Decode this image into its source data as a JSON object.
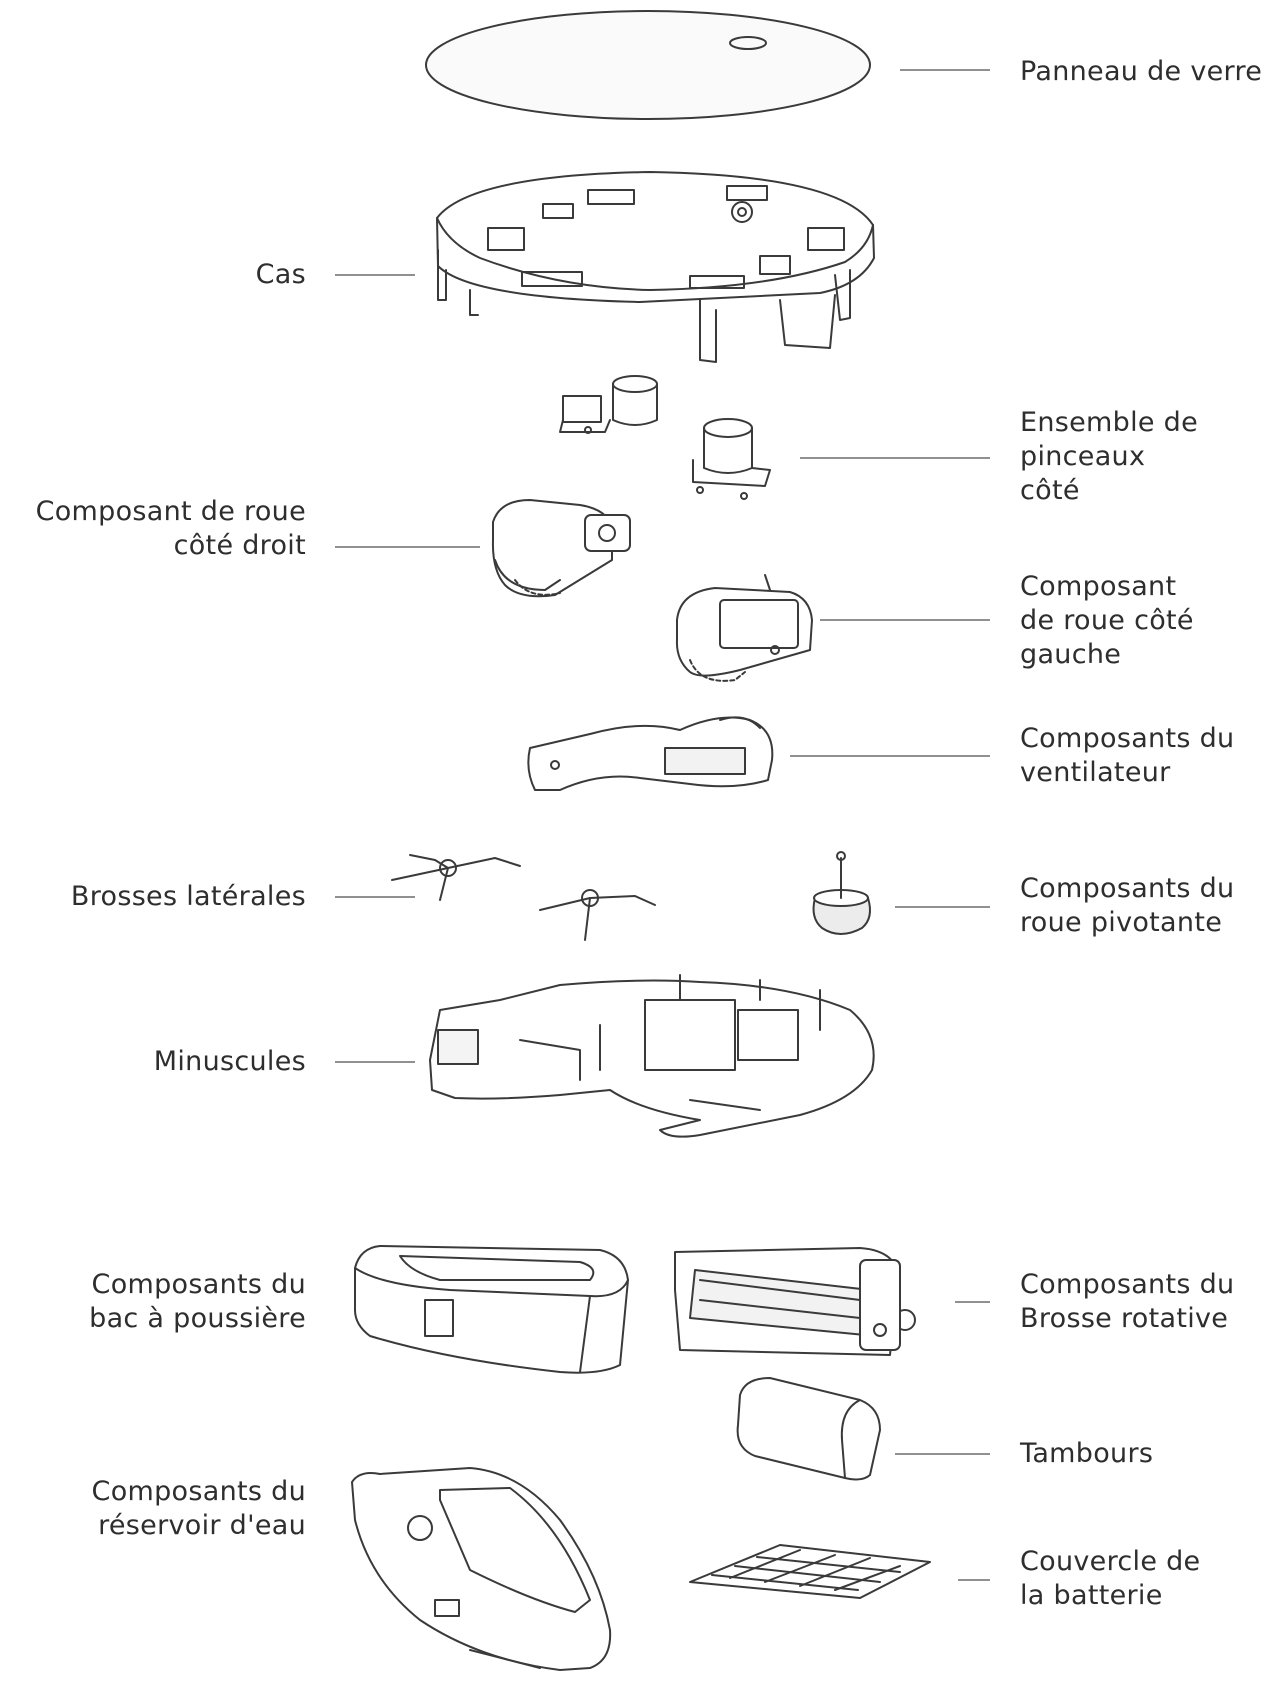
{
  "labels": {
    "panneau": "Panneau de verre",
    "cas": "Cas",
    "ensemble_pinceaux": [
      "Ensemble de",
      "pinceaux",
      "côté"
    ],
    "roue_droit": [
      "Composant de roue",
      "côté droit"
    ],
    "roue_gauche": [
      "Composant",
      "de roue côté",
      "gauche"
    ],
    "ventilateur": [
      "Composants du",
      "ventilateur"
    ],
    "brosses_laterales": "Brosses latérales",
    "roue_pivotante": [
      "Composants du",
      "roue pivotante"
    ],
    "minuscules": "Minuscules",
    "bac_poussiere": [
      "Composants du",
      "bac à poussière"
    ],
    "brosse_rotative": [
      "Composants du",
      "Brosse rotative"
    ],
    "tambours": "Tambours",
    "reservoir_eau": [
      "Composants du",
      "réservoir d'eau"
    ],
    "couvercle_batterie": [
      "Couvercle de",
      "la batterie"
    ]
  },
  "colors": {
    "ink": "#2e2e2e",
    "line": "#555555",
    "fill": "#ffffff",
    "shade": "#e6e6e6"
  }
}
